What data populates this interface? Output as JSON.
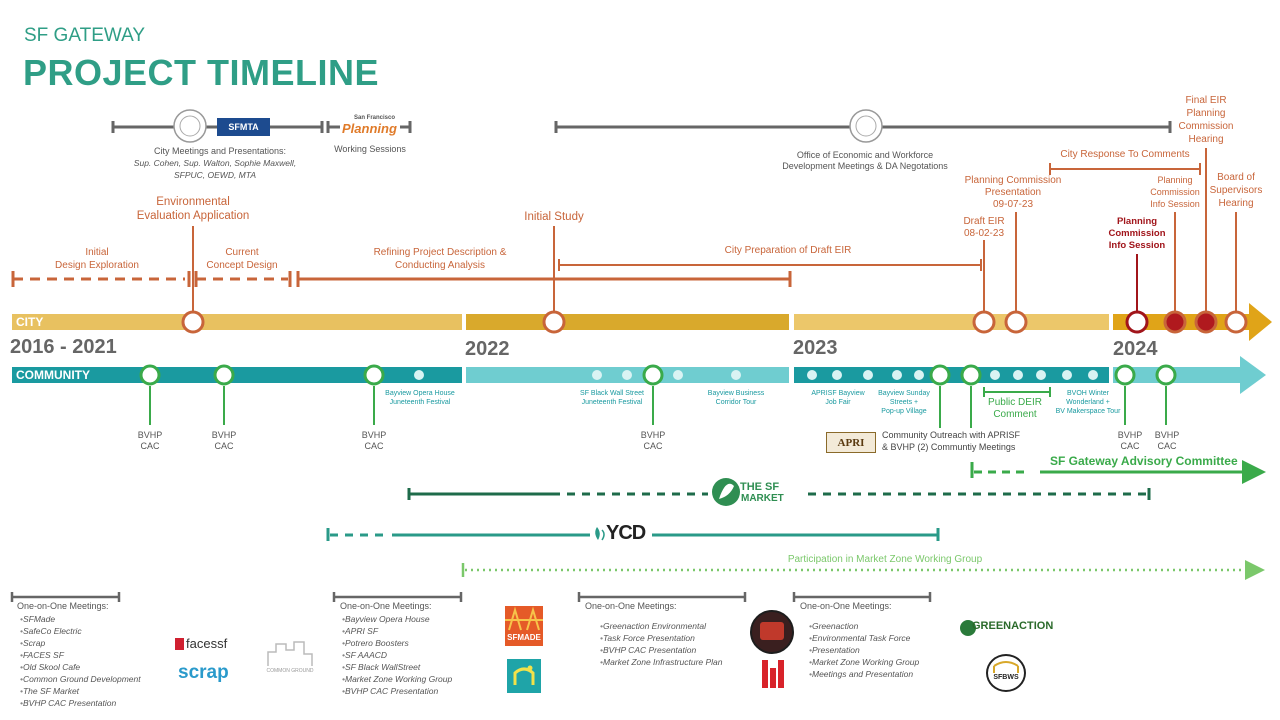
{
  "header": {
    "subtitle": "SF GATEWAY",
    "title": "PROJECT TIMELINE"
  },
  "logos_top": {
    "sfmta": "SFMTA",
    "planning_top": "San Francisco",
    "planning_bottom": "Planning"
  },
  "top_notes": {
    "city_meetings": "City Meetings and Presentations:",
    "city_people_1": "Sup. Cohen, Sup. Walton, Sophie Maxwell,",
    "city_people_2": "SFPUC, OEWD, MTA",
    "working_sessions": "Working Sessions",
    "oewd_1": "Office of Economic and Workforce",
    "oewd_2": "Development Meetings & DA Negotations",
    "city_response": "City Response To Comments"
  },
  "milestones": {
    "env_eval_1": "Environmental",
    "env_eval_2": "Evaluation Application",
    "initial_study": "Initial Study",
    "pc_pres_1": "Planning Commission",
    "pc_pres_2": "Presentation",
    "pc_pres_3": "09-07-23",
    "draft_eir_1": "Draft EIR",
    "draft_eir_2": "08-02-23",
    "final_eir_1": "Final EIR",
    "final_eir_2": "Planning",
    "final_eir_3": "Commission",
    "final_eir_4": "Hearing",
    "pc_info_1": "Planning",
    "pc_info_2": "Commission",
    "pc_info_3": "Info Session",
    "bos_1": "Board of",
    "bos_2": "Supervisors",
    "bos_3": "Hearing",
    "pc_info_red_1": "Planning",
    "pc_info_red_2": "Commission",
    "pc_info_red_3": "Info Session"
  },
  "phases": {
    "initial_1": "Initial",
    "initial_2": "Design Exploration",
    "current_1": "Current",
    "current_2": "Concept Design",
    "refining_1": "Refining Project Description &",
    "refining_2": "Conducting Analysis",
    "city_prep": "City Preparation of Draft EIR"
  },
  "tracks": {
    "city": "CITY",
    "community": "COMMUNITY"
  },
  "years": {
    "y1": "2016 - 2021",
    "y2": "2022",
    "y3": "2023",
    "y4": "2024"
  },
  "community_events": {
    "bvhp_cac_1": "BVHP",
    "bvhp_cac_2": "CAC",
    "opera_1": "Bayview Opera House",
    "opera_2": "Juneteenth Festival",
    "bws_1": "SF Black Wall Street",
    "bws_2": "Juneteenth Festival",
    "bbct_1": "Bayview Business",
    "bbct_2": "Corridor Tour",
    "apri_job_1": "APRISF Bayview",
    "apri_job_2": "Job Fair",
    "sunday_1": "Bayview Sunday",
    "sunday_2": "Streets +",
    "sunday_3": "Pop-up Village",
    "deir_1": "Public DEIR",
    "deir_2": "Comment",
    "bvoh_1": "BVOH Winter",
    "bvoh_2": "Wonderland +",
    "bvoh_3": "BV Makerspace Tour",
    "outreach_1": "Community Outreach with APRISF",
    "outreach_2": "& BVHP (2) Communtiy Meetings",
    "apri_logo": "APRI"
  },
  "programs": {
    "advisory": "SF Gateway Advisory Committee",
    "sf_market_1": "THE SF",
    "sf_market_2": "MARKET",
    "ycd": "YCD",
    "market_zone": "Participation in Market Zone Working Group"
  },
  "bottom": {
    "col1_title": "One-on-One Meetings:",
    "col1_items": [
      "SFMade",
      "SafeCo Electric",
      "Scrap",
      "FACES SF",
      "Old Skool Cafe",
      "Common Ground Development",
      "The SF Market",
      "BVHP CAC Presentation"
    ],
    "col2_title": "One-on-One Meetings:",
    "col2_items": [
      "Bayview Opera House",
      "APRI SF",
      "Potrero Boosters",
      "SF AAACD",
      "SF Black WallStreet",
      "Market Zone Working Group",
      "BVHP CAC Presentation"
    ],
    "col3_title": "One-on-One Meetings:",
    "col3_items": [
      "Greenaction Environmental",
      "Task Force Presentation",
      "BVHP CAC Presentation",
      "Market Zone Infrastructure Plan"
    ],
    "col4_title": "One-on-One Meetings:",
    "col4_items": [
      "Greenaction",
      "Environmental Task Force",
      "Presentation",
      "Market Zone Working Group",
      "Meetings and Presentation"
    ],
    "logo_faces": "facessf",
    "logo_scrap": "scrap",
    "logo_common": "COMMON GROUND",
    "logo_sfmade": "SFMADE",
    "logo_greenaction": "GREENACTION",
    "logo_sfbws": "SFBWS"
  },
  "colors": {
    "orange": "#c8653a",
    "yellow": "#e5b94a",
    "teal": "#1a9aa0",
    "green": "#3aaa4a",
    "darkgreen": "#1e6b4a",
    "darkred": "#a1151b"
  }
}
